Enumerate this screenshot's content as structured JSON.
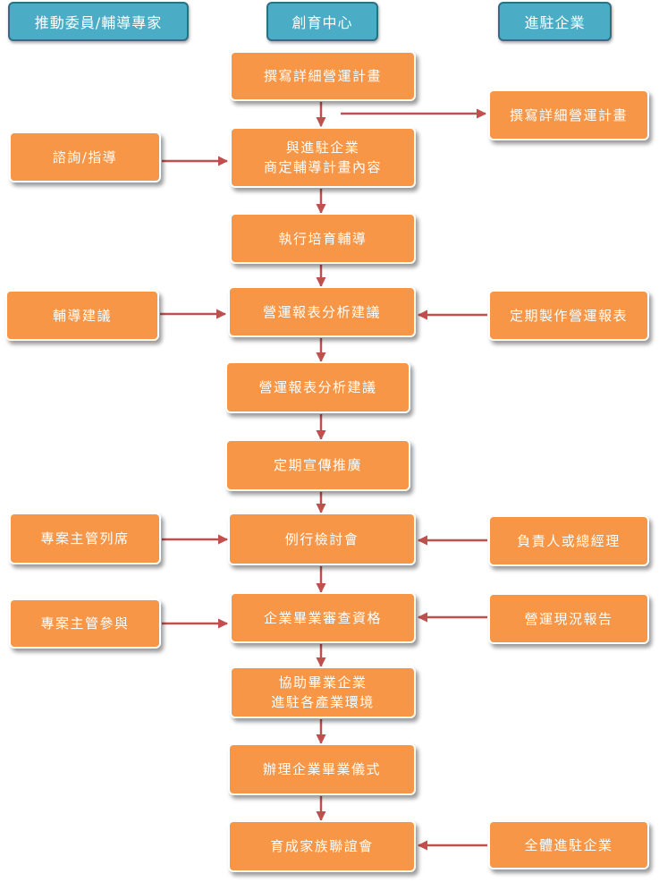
{
  "headers": {
    "left": "推動委員/輔導專家",
    "center": "創育中心",
    "right": "進駐企業"
  },
  "center_nodes": [
    [
      "撰寫詳細營運計畫"
    ],
    [
      "與進駐企業",
      "商定輔導計畫內容"
    ],
    [
      "執行培育輔導"
    ],
    [
      "營運報表分析建議"
    ],
    [
      "營運報表分析建議"
    ],
    [
      "定期宣傳推廣"
    ],
    [
      "例行檢討會"
    ],
    [
      "企業畢業審查資格"
    ],
    [
      "協助畢業企業",
      "進駐各產業環境"
    ],
    [
      "辦理企業畢業儀式"
    ],
    [
      "育成家族聯誼會"
    ]
  ],
  "left_nodes": [
    "諮詢/指導",
    "輔導建議",
    "專案主管列席",
    "專案主管參與"
  ],
  "right_nodes": [
    "撰寫詳細營運計畫",
    "定期製作營運報表",
    "負責人或總經理",
    "營運現況報告",
    "全體進駐企業"
  ],
  "colors": {
    "header_fill": "#4aacc5",
    "node_fill": "#f79646",
    "arrow": "#c0504d"
  }
}
